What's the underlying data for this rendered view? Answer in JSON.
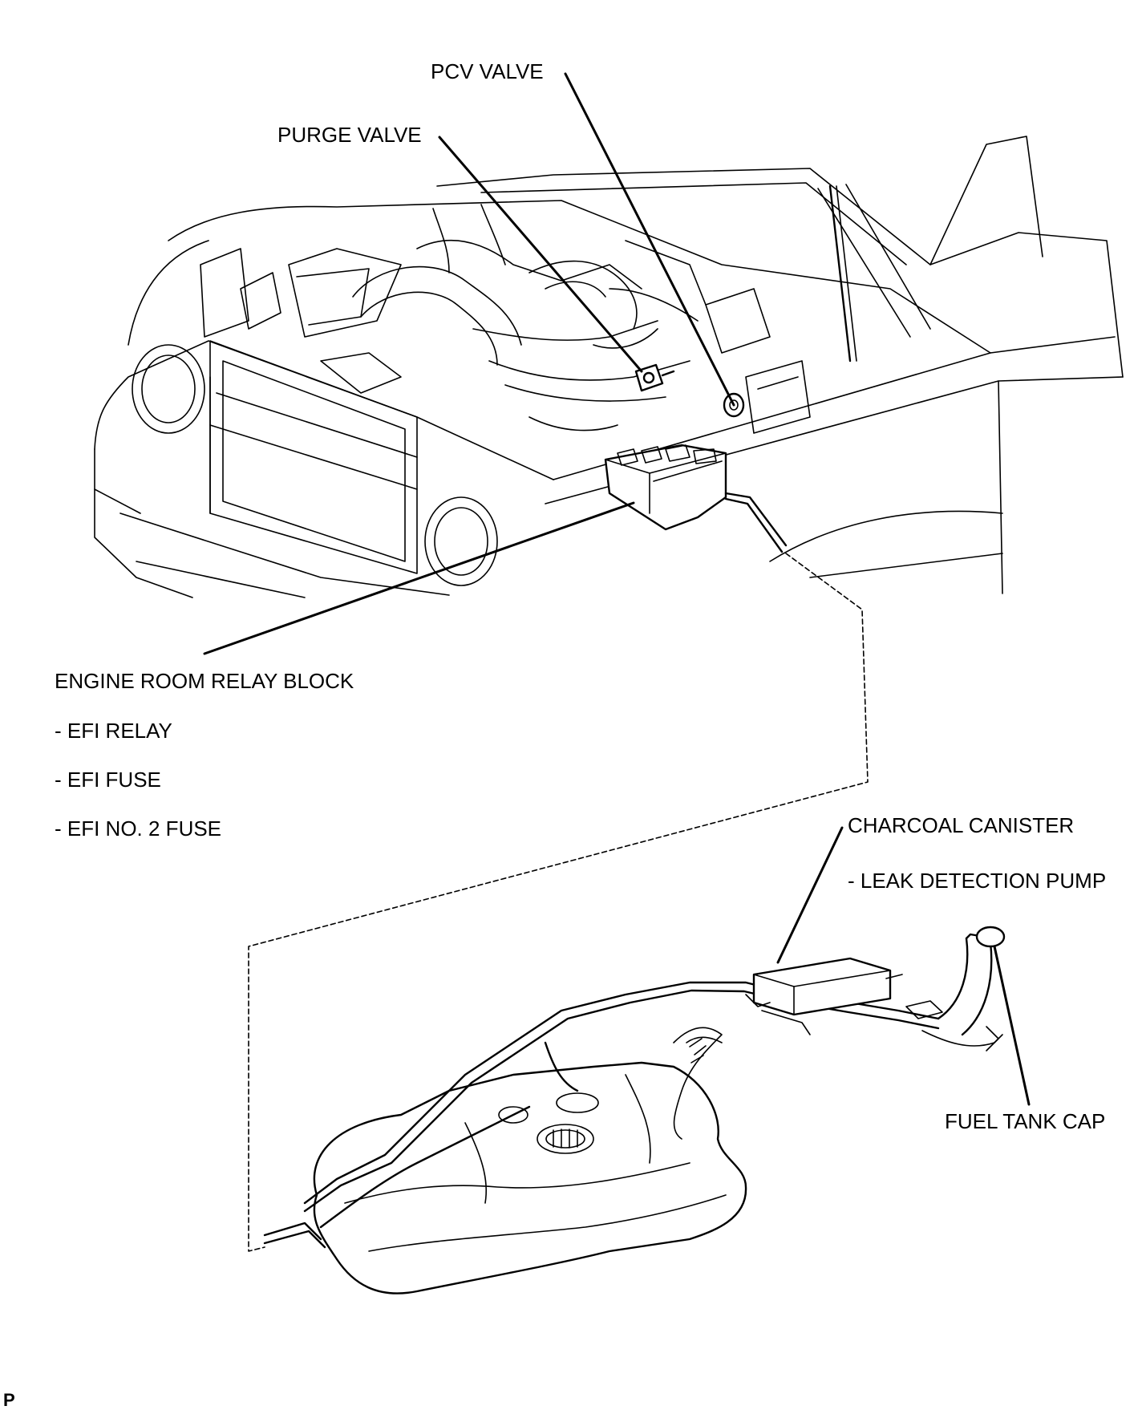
{
  "labels": {
    "pcv_valve": "PCV VALVE",
    "purge_valve": "PURGE VALVE",
    "engine_room_relay_block": "ENGINE ROOM RELAY BLOCK",
    "efi_relay": "- EFI RELAY",
    "efi_fuse": "- EFI FUSE",
    "efi_no2_fuse": "- EFI NO. 2 FUSE",
    "charcoal_canister": "CHARCOAL CANISTER",
    "leak_detection_pump": "- LEAK DETECTION PUMP",
    "fuel_tank_cap": "FUEL TANK CAP"
  },
  "reference_mark": "P",
  "colors": {
    "line": "#000000",
    "background": "#ffffff"
  }
}
